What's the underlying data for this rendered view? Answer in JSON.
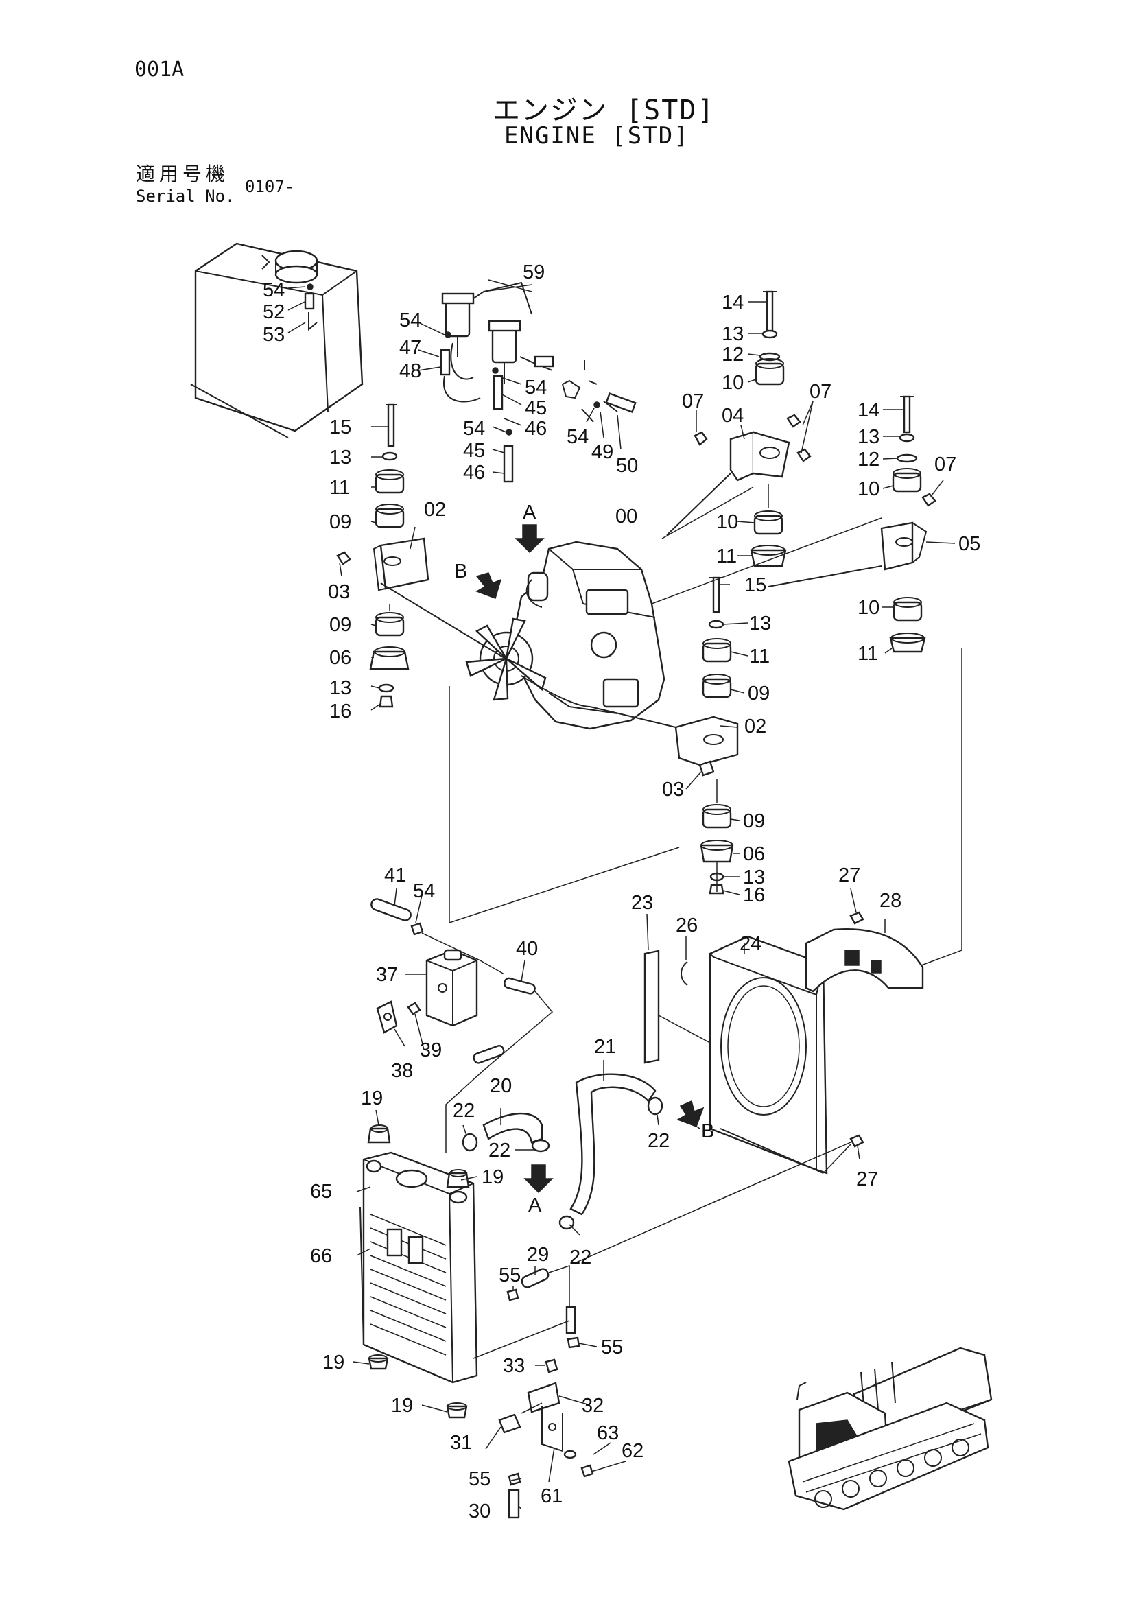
{
  "header": {
    "page_code": "001A",
    "title_ja": "エンジン [STD]",
    "title_en": "ENGINE [STD]",
    "serial_label_ja": "適用号機",
    "serial_label_en": "Serial No.",
    "serial_value": "0107-"
  },
  "callouts": {
    "c54a": "54",
    "c52": "52",
    "c53": "53",
    "c59": "59",
    "c54b": "54",
    "c47": "47",
    "c48": "48",
    "c54c": "54",
    "c45a": "45",
    "c46a": "46",
    "c54d": "54",
    "c49": "49",
    "c50": "50",
    "c54e": "54",
    "c45b": "45",
    "c46b": "46",
    "c15a": "15",
    "c13a": "13",
    "c11a": "11",
    "c09a": "09",
    "c02a": "02",
    "c03a": "03",
    "c09b": "09",
    "c06a": "06",
    "c13b": "13",
    "c16a": "16",
    "cA1": "A",
    "cB1": "B",
    "c00": "00",
    "c14a": "14",
    "c13c": "13",
    "c12a": "12",
    "c10a": "10",
    "c07a": "07",
    "c04": "04",
    "c07b": "07",
    "c10b": "10",
    "c11b": "11",
    "c14b": "14",
    "c13d": "13",
    "c12b": "12",
    "c10c": "10",
    "c07c": "07",
    "c05": "05",
    "c10d": "10",
    "c11c": "11",
    "c15b": "15",
    "c13e": "13",
    "c11d": "11",
    "c09c": "09",
    "c02b": "02",
    "c03b": "03",
    "c09d": "09",
    "c06b": "06",
    "c13f": "13",
    "c16b": "16",
    "c41": "41",
    "c54f": "54",
    "c40": "40",
    "c37": "37",
    "c38": "38",
    "c39": "39",
    "c23": "23",
    "c26": "26",
    "c24": "24",
    "c27a": "27",
    "c28": "28",
    "c21": "21",
    "c20": "20",
    "c22a": "22",
    "c22b": "22",
    "cA2": "A",
    "c22c": "22",
    "cB2": "B",
    "c19a": "19",
    "c19b": "19",
    "c65": "65",
    "c66": "66",
    "c22d": "22",
    "c27b": "27",
    "c29": "29",
    "c55a": "55",
    "c55b": "55",
    "c33": "33",
    "c32": "32",
    "c19c": "19",
    "c19d": "19",
    "c31": "31",
    "c63": "63",
    "c62": "62",
    "c55c": "55",
    "c61": "61",
    "c30": "30"
  }
}
